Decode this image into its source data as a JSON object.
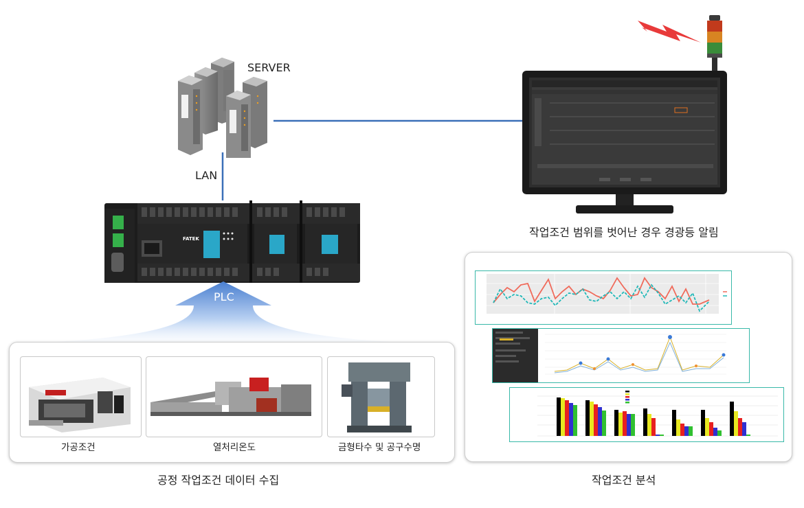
{
  "labels": {
    "server": "SERVER",
    "lan": "LAN",
    "plc": "PLC",
    "alarm_caption": "작업조건 범위를 벗어난 경우 경광등 알림",
    "collect_caption": "공정 작업조건 데이터 수집",
    "analysis_caption": "작업조건 분석"
  },
  "machines": [
    {
      "caption": "가공조건"
    },
    {
      "caption": "열처리온도"
    },
    {
      "caption": "금형타수 및 공구수명"
    }
  ],
  "plc": {
    "brand": "FATEK"
  },
  "colors": {
    "lan_line": "#3a6fb8",
    "arrow_top": "#4a7fd0",
    "alarm_red": "#e83a3a",
    "chart_border": "#37b8a8"
  }
}
